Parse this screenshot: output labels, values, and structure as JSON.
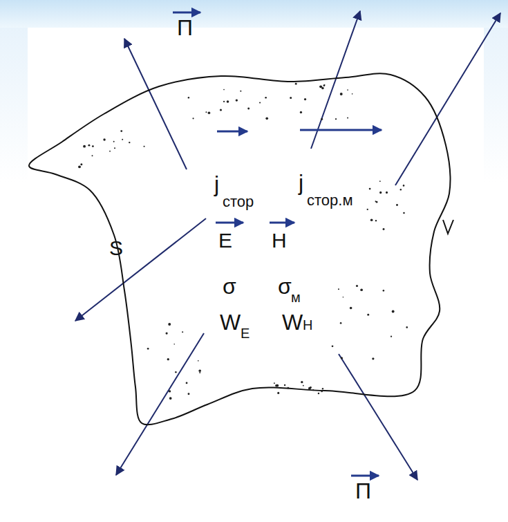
{
  "diagram": {
    "nodes": [
      {
        "text": [
          "S"
        ]
      }
    ],
    "labels": [
      "П",
      "П",
      "j",
      "стор",
      "j",
      "стор.м",
      "E",
      "H",
      "σ",
      "σ",
      "м",
      "W",
      "E",
      "W",
      "H"
    ]
  }
}
